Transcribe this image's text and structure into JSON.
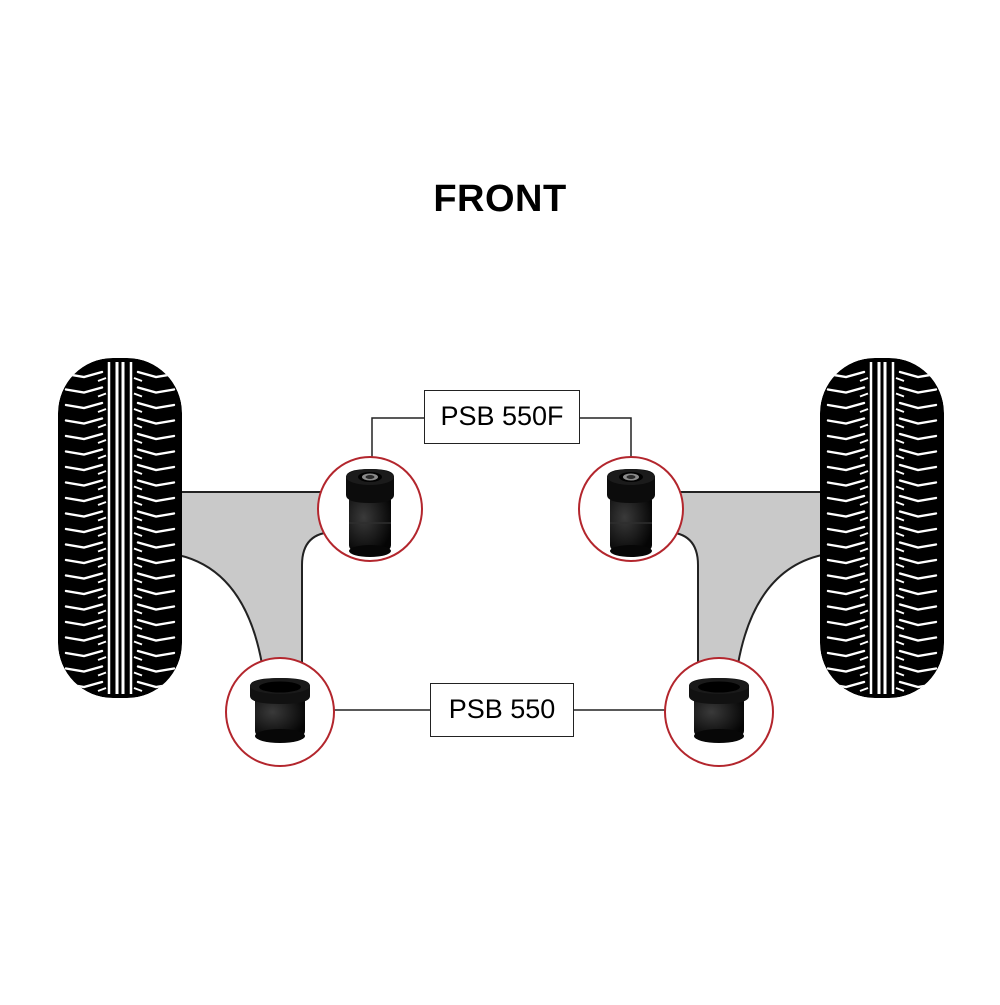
{
  "heading": "FRONT",
  "labels": {
    "upper_part_number": "PSB 550F",
    "lower_part_number": "PSB 550"
  },
  "colors": {
    "tyre": "#000000",
    "suspension_arm": "#c9c9c9",
    "callout_ring": "#b3262d",
    "leader_line": "#222222",
    "bush": "#111111"
  },
  "icons": {
    "wheel": "tyre-tread-icon",
    "upper_bush": "bush-with-collar-icon",
    "lower_bush": "flanged-bush-icon"
  }
}
